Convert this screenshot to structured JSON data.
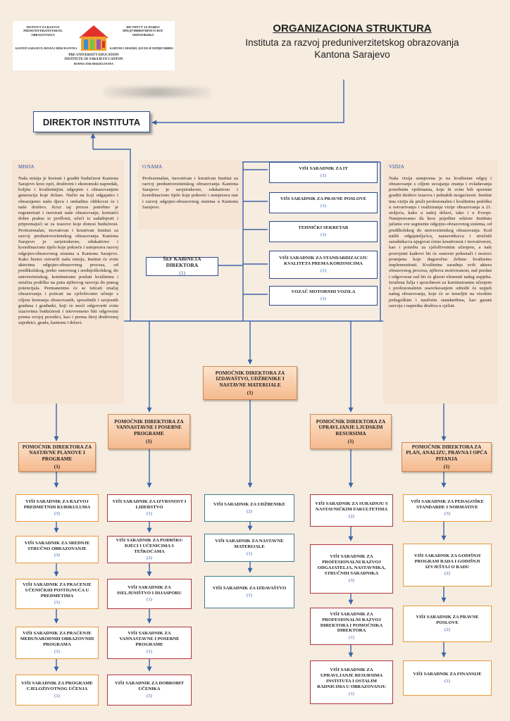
{
  "logo": {
    "left_text": "INSTITUT ZA RAZVOJ PREDUNIVERZITETSKOG OBRAZOVANJA",
    "right_text": "ІНСТИТУТ ЗА РАЗВОЈ ПРЕДУНИВЕРЗИТЕТСКОГ ОБРАЗОВАЊА",
    "left_sub": "KANTON SARAJEVO, BOSNA I HERCEGOVINA",
    "right_sub": "КАНТОН САРАЈЕВО, БОСНА И ХЕРЦЕГОВИНА",
    "en_line1": "PRE-UNIVERSITY EDUCATION",
    "en_line2": "INSTITUTE OF SARAJEVO CANTON",
    "en_line3": "BOSNIA AND HERZEGOVINA"
  },
  "header": {
    "title": "ORGANIZACIONA STRUKTURA",
    "subtitle": "Instituta za razvoj preduniverzitetskog obrazovanja",
    "subtitle2": "Kantona Sarajevo"
  },
  "director": "DIREKTOR INSTITUTA",
  "panels": {
    "misija_heading": "MISIJA",
    "misija_text": "Naša misija je kreirati i graditi budućnost Kantona Sarajevo kroz opći, društveni i ekonomski napredak, boljim i kvalitetnijim odgojem i obrazovanjem generacija koje dolaze. Način na koji odgajamo i obrazujemo našu djecu i omladinu oblikovat će i naše društvo. Kroz taj proces potrebno je regenerirati i inovirati naše obrazovanje, koristeći dobre prakse iz prošlosti, učeći iz sadašnjosti i pripremajući se za izazove koje donosi budućnost. Profesionalan, inovativan i kreativan Institut za razvoj preduniverzitetskog obrazovanja Kantona Sarajevo je savjetodavno, edukativno i koordinaciono tijelo koje pokreće i usmjerava razvoj odgojno-obrazovnog sistema u Kantonu Sarajevo. Kako bismo ostvarili našu misiju, Institut će svim akterima odgojno-obrazovnog procesa, od predškolskog, preko osnovnog i srednjoškolskog, do univerzitetskog, kontinuirano pružati kvalitetnu i stručnu podršku na putu njihovog razvoja do punog potencijala. Permanentno će se isticati značaj obrazovanja i poticati na cjeloživotno učenje s ciljem kreiranja obrazovanih, sposobnih i savjesnih građana i građanki, koji će moći odgovoriti svim izazovima budućnosti i istovremeno biti odgovorni prema svojoj porodici, kao i prema široj društvenoj zajednici, gradu, kantonu i državi.",
    "onama_heading": "O NAMA",
    "onama_text": "Profesionalan, inovativan i kreativan Institut za razvoj preduniverzitetskog obrazovanja Kantona Sarajevo je savjetodavno, edukativno i koordinaciono tijelo koje pokreće i usmjerava rast i razvoj odgojno-obrazovnog sistema u Kantonu Sarajevo.",
    "vizija_heading": "VIZIJA",
    "vizija_text": "Naša vizija usmjerena je na kvalitetan odgoj i obrazovanje s ciljem usvajanja znanja i ovladavanja potrebnim vještinama, koje bi svim bili spremni graditi društvo izazova i jednakih mogućnosti. Institut ima viziju da pruži profesionalnu i kvalitetnu podršku u ostvarivanju i realiziranju vizije obrazovanja u 21. stoljeću, kako u našoj državi, tako i u Evropi. Namjeravamo da kroz pojedine sektore Instituta jačamo sve segmente odgojno-obrazovnog sistema, od predškolskog do univerzitetskog obrazovanja. Kod naših odgajatelja/ica, nastavnika/ca i stručnih saradnika/ca njegovat ćemo kreativnost i inovativnost, kao i potrebu za cjeloživotnim učenjem, a naši prosvjetni kadrovi bit će osnovni pokretači i nosioci promjena koje dugoročno želimo kvalitetno implementirati. Kvalitetna saradnja svih aktera obrazovnog procesa, njihova motiviranost, naš predan i odgovoran rad bit će glavni elementi našeg uspjeha. Izražena želja i sposobnost za kontinuiranim učenjem i profesionalnim usavršavanjem odredit će uspjeh našeg obrazovanja, koje će se temeljiti na visokim pedagoškim i naučnim standardima, kao garant razvoja i napretka društva u cjelini."
  },
  "sef": {
    "label": "ŠEF KABINETA DIREKTORA",
    "count": "(1)"
  },
  "cabinet": [
    {
      "label": "VIŠI SARADNIK ZA IT",
      "count": "(1)"
    },
    {
      "label": "VIŠI SARADNIK ZA PRAVNE POSLOVE",
      "count": "(1)"
    },
    {
      "label": "TEHNIČKI SEKRETAR",
      "count": "(1)"
    },
    {
      "label": "VIŠI SARADNIK ZA STANDARDIZACIJU KVALITETA PREMA KORISNICIMA",
      "count": "(1)"
    },
    {
      "label": "VOZAČ MOTORNIH VOZILA",
      "count": "(1)"
    }
  ],
  "assistants": [
    {
      "label": "POMOĆNIK DIREKTORA ZA NASTAVNE PLANOVE I PROGRAME",
      "count": "(1)"
    },
    {
      "label": "POMOĆNIK DIREKTORA ZA VANNASTAVNE I POSEBNE PROGRAME",
      "count": "(1)"
    },
    {
      "label": "POMOĆNIK DIREKTORA ZA IZDAVAŠTVO, UDŽBENIKE I NASTAVNE MATERIJALE",
      "count": "(1)"
    },
    {
      "label": "POMOĆNIK DIREKTORA ZA UPRAVLJANJE LJUDSKIM RESURSIMA",
      "count": "(1)"
    },
    {
      "label": "POMOĆNIK DIREKTORA ZA PLAN, ANALIZU, PRAVNA I OPĆA PITANJA",
      "count": "(1)"
    }
  ],
  "columns": [
    [
      {
        "label": "VIŠI SARADNIK ZA RAZVOJ PREDMETNIH KURIKULUMA",
        "count": "(3)"
      },
      {
        "label": "VIŠI SARADNIK ZA SREDNJE STRUČNO OBRAZOVANJE",
        "count": "(3)"
      },
      {
        "label": "VIŠI SARADNIK ZA PRAĆENJE UČENIČKIH POSTIGNUĆA U PREDMETIMA",
        "count": "(1)"
      },
      {
        "label": "VIŠI SARADNIK ZA PRAĆENJE MEĐUNARODNIH OBRAZOVNIH PROGRAMA",
        "count": "(1)"
      },
      {
        "label": "VIŠI SARADNIK ZA PROGRAME CJELOŽIVOTNOG UČENJA",
        "count": "(1)"
      }
    ],
    [
      {
        "label": "VIŠI SARADNIK ZA IZVRSNOST I LIDERSTVO",
        "count": "(1)"
      },
      {
        "label": "VIŠI SARADNIK ZA PODRŠKU DJECI I UČENICIMA S TEŠKOĆAMA",
        "count": "(2)"
      },
      {
        "label": "VIŠI SARADNIK ZA ISELJENIŠTVO I DIJASPORU",
        "count": "(1)"
      },
      {
        "label": "VIŠI SARADNIK ZA VANNASTAVNE I POSEBNE PROGRAME",
        "count": "(1)"
      },
      {
        "label": "VIŠI SARADNIK ZA DOBROBIT UČENIKA",
        "count": "(3)"
      }
    ],
    [
      {
        "label": "VIŠI SARADNIK ZA UDŽBENIKE",
        "count": "(2)"
      },
      {
        "label": "VIŠI SARADNIK ZA NASTAVNE MATERIJALE",
        "count": "(1)"
      },
      {
        "label": "VIŠI SARADNIK ZA IZDAVAŠTVO",
        "count": "(1)"
      }
    ],
    [
      {
        "label": "VIŠI SARADNIK ZA SURADNJU S NASTAVNIČKIM FAKULTETIMA",
        "count": "(2)"
      },
      {
        "label": "VIŠI SARADNIK ZA PROFESIONALNI RAZVOJ ODGAJATELJA, NASTAVNIKA, STRUČNIH SARADNIKA",
        "count": "(3)"
      },
      {
        "label": "VIŠI SARADNIK ZA PROFESIONALNI RAZVOJ DIREKTORA I POMOĆNIKA DIREKTORA",
        "count": "(1)"
      },
      {
        "label": "VIŠI SARADNIK ZA UPRAVLJANJE RESURSIMA INSTITUTA I OSTALIM RADNICIMA U OBRAZOVANJU",
        "count": "(1)"
      }
    ],
    [
      {
        "label": "VIŠI SARADNIK ZA PEDAGOŠKE STANDARDE I NORMATIVE",
        "count": "(3)"
      },
      {
        "label": "VIŠI SARADNIK ZA GODIŠNJI PROGRAM RADA I GODIŠNJI IZVJEŠTAJ O RADU",
        "count": "(2)"
      },
      {
        "label": "VIŠI SARADNIK ZA PRAVNE POSLOVE",
        "count": "(2)"
      },
      {
        "label": "VIŠI SARADNIK ZA FINANSIJE",
        "count": "(1)"
      }
    ]
  ],
  "colors": {
    "background": "#f6ece0",
    "panel": "#f6e4d4",
    "line": "#3a64a8",
    "assistant_fill": "#f7c49c",
    "col1_border": "#e89a3a",
    "col2_border": "#b0343c",
    "col3_border": "#3d7f8c",
    "col4_border": "#b0343c",
    "col5_border": "#e89a3a"
  }
}
